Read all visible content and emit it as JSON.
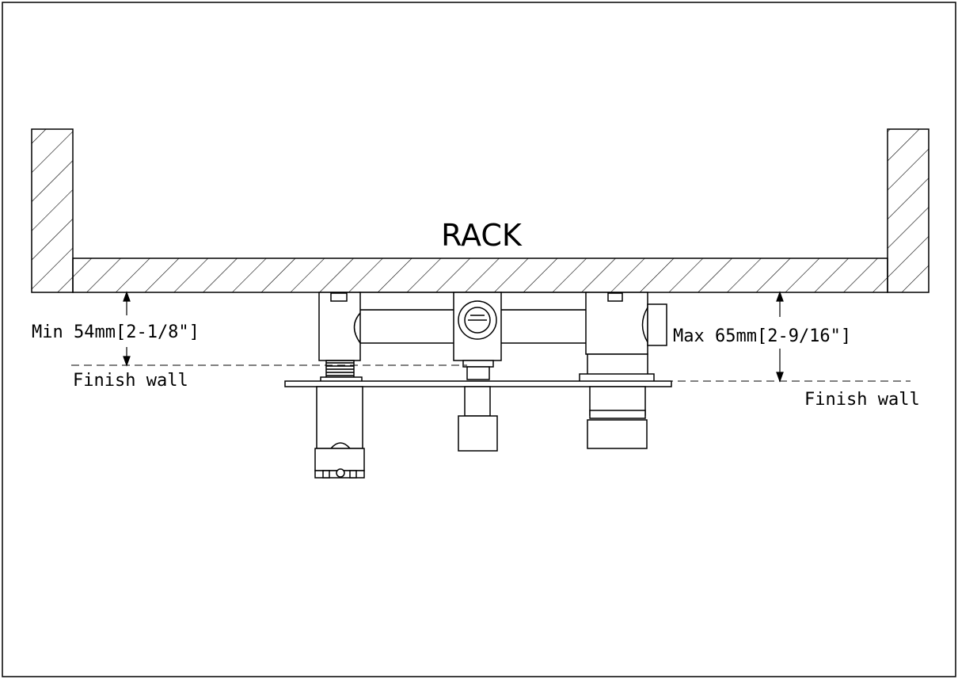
{
  "rack_label": "RACK",
  "min_dimension_label": "Min 54mm[2-1/8\"]",
  "max_dimension_label": "Max 65mm[2-9/16\"]",
  "finish_wall_left": "Finish wall",
  "finish_wall_right": "Finish wall",
  "colors": {
    "line": "#000000",
    "background": "#ffffff"
  }
}
